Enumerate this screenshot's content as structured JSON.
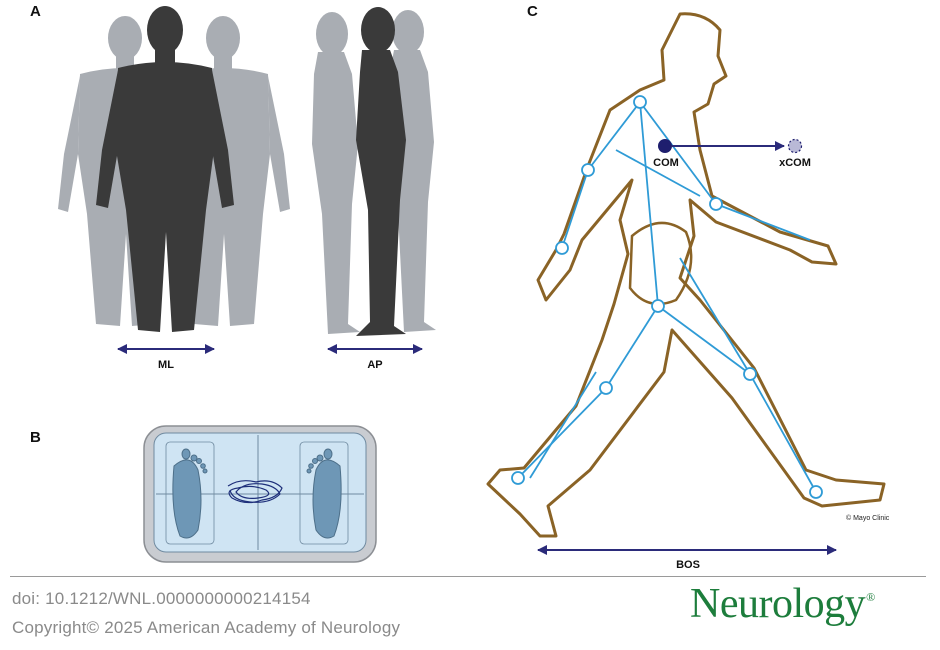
{
  "figure": {
    "panels": [
      {
        "letter": "A",
        "axes": [
          "ML",
          "AP"
        ]
      },
      {
        "letter": "B"
      },
      {
        "letter": "C",
        "labels": {
          "com": "COM",
          "xcom": "xCOM",
          "bos": "BOS"
        },
        "credit": "© Mayo Clinic"
      }
    ]
  },
  "footer": {
    "doi": "doi: 10.1212/WNL.0000000000214154",
    "copyright": "Copyright© 2025 American Academy of Neurology",
    "journal": "Neurology",
    "trademark": "®"
  },
  "colors": {
    "silhouette_dark": "#3a3a3a",
    "silhouette_light": "#a9adb3",
    "arrow": "#2b2b7a",
    "outline": "#8a6326",
    "skeleton": "#2f9bd6",
    "com_dot": "#1e1e6e",
    "journal_green": "#1d7d3c"
  },
  "icons": [
    "double-arrow-icon",
    "foot-icon"
  ]
}
